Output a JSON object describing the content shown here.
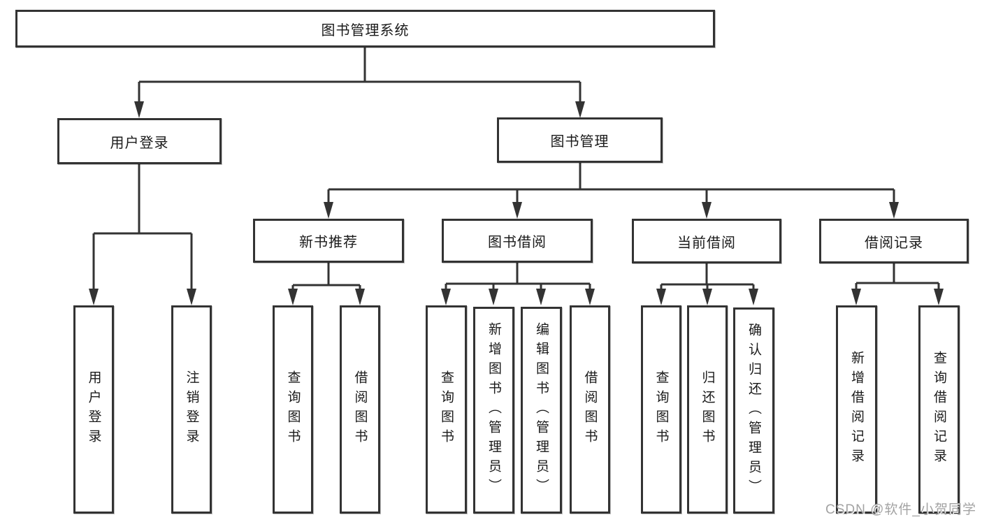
{
  "diagram": {
    "type": "hierarchy-tree",
    "tree": {
      "label": "图书管理系统",
      "children": [
        {
          "label": "用户登录",
          "children": [
            {
              "label": "用户登录"
            },
            {
              "label": "注销登录"
            }
          ]
        },
        {
          "label": "图书管理",
          "children": [
            {
              "label": "新书推荐",
              "children": [
                {
                  "label": "查询图书"
                },
                {
                  "label": "借阅图书"
                }
              ]
            },
            {
              "label": "图书借阅",
              "children": [
                {
                  "label": "查询图书"
                },
                {
                  "label": "新增图书（管理员）"
                },
                {
                  "label": "编辑图书（管理员）"
                },
                {
                  "label": "借阅图书"
                }
              ]
            },
            {
              "label": "当前借阅",
              "children": [
                {
                  "label": "查询图书"
                },
                {
                  "label": "归还图书"
                },
                {
                  "label": "确认归还（管理员）"
                }
              ]
            },
            {
              "label": "借阅记录",
              "children": [
                {
                  "label": "新增借阅记录"
                },
                {
                  "label": "查询借阅记录"
                }
              ]
            }
          ]
        }
      ]
    },
    "colors": {
      "line": "#333333",
      "box_border": "#333333",
      "box_fill": "#ffffff",
      "text": "#1a1a1a",
      "watermark": "#a3a3a3",
      "background": "#ffffff"
    }
  },
  "watermark": {
    "text": "CSDN @软件_小贺同学"
  }
}
